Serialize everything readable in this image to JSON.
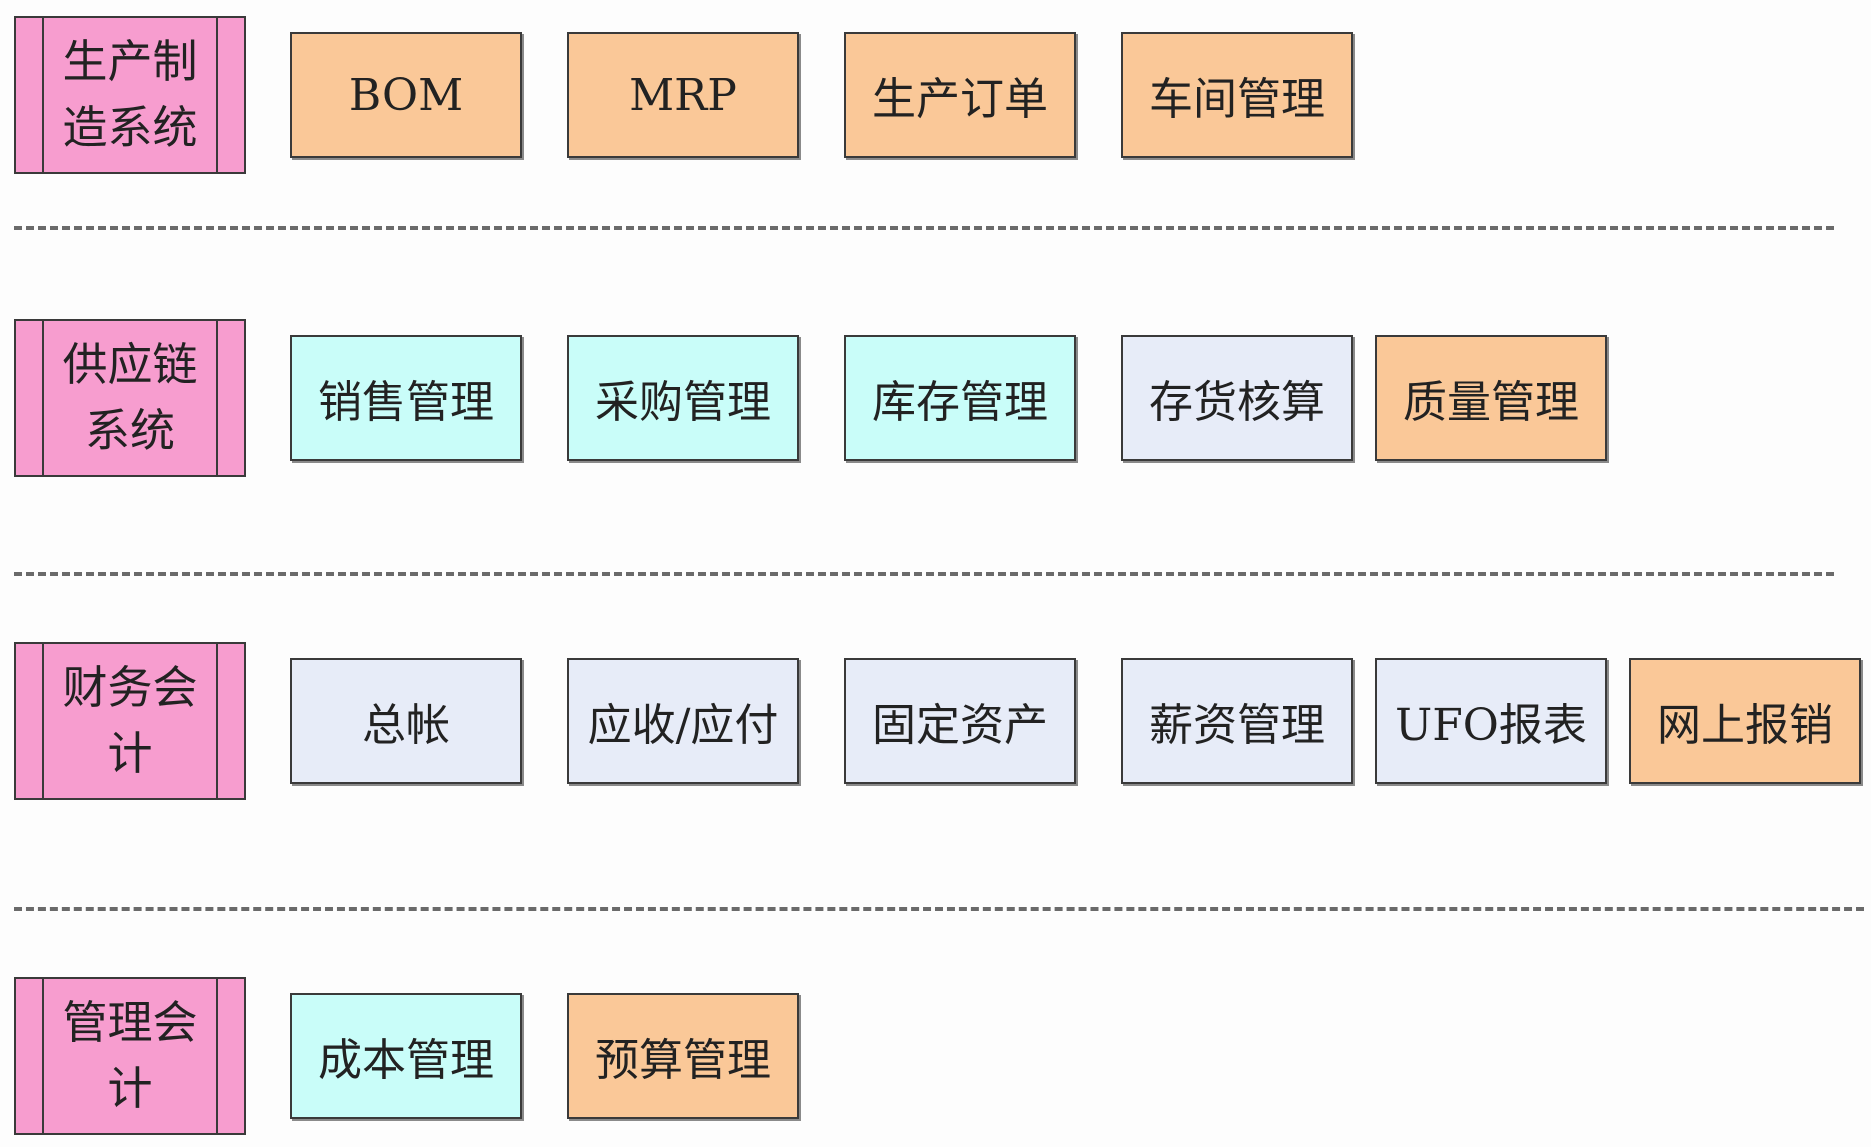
{
  "rows": [
    {
      "header": "生产制造系统",
      "modules": [
        {
          "label": "BOM",
          "color": "#fac898"
        },
        {
          "label": "MRP",
          "color": "#fac898"
        },
        {
          "label": "生产订单",
          "color": "#fac898"
        },
        {
          "label": "车间管理",
          "color": "#fac898"
        }
      ]
    },
    {
      "header": "供应链系统",
      "modules": [
        {
          "label": "销售管理",
          "color": "#c9fdf9"
        },
        {
          "label": "采购管理",
          "color": "#c9fdf9"
        },
        {
          "label": "库存管理",
          "color": "#c9fdf9"
        },
        {
          "label": "存货核算",
          "color": "#e7ecf8"
        },
        {
          "label": "质量管理",
          "color": "#fac898"
        }
      ]
    },
    {
      "header": "财务会计",
      "modules": [
        {
          "label": "总帐",
          "color": "#e7ecf8"
        },
        {
          "label": "应收/应付",
          "color": "#e7ecf8"
        },
        {
          "label": "固定资产",
          "color": "#e7ecf8"
        },
        {
          "label": "薪资管理",
          "color": "#e7ecf8"
        },
        {
          "label": "UFO报表",
          "color": "#e7ecf8"
        },
        {
          "label": "网上报销",
          "color": "#fac898"
        }
      ]
    },
    {
      "header": "管理会计",
      "modules": [
        {
          "label": "成本管理",
          "color": "#c9fdf9"
        },
        {
          "label": "预算管理",
          "color": "#fac898"
        }
      ]
    }
  ],
  "colors": {
    "header": "#f79dcf",
    "orange": "#fac898",
    "cyan": "#c9fdf9",
    "lavender": "#e7ecf8"
  }
}
